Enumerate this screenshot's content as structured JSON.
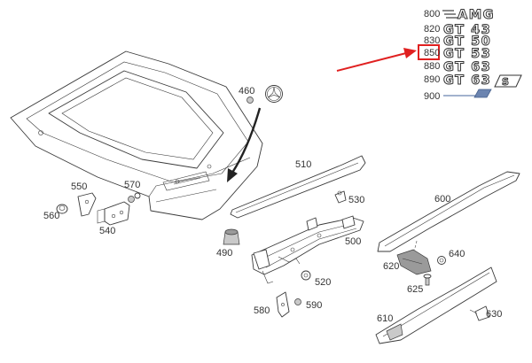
{
  "labels": {
    "p460": "460",
    "p510": "510",
    "p530": "530",
    "p550": "550",
    "p560": "560",
    "p570": "570",
    "p540": "540",
    "p490": "490",
    "p500": "500",
    "p520": "520",
    "p580": "580",
    "p590": "590",
    "p600": "600",
    "p620": "620",
    "p640": "640",
    "p625": "625",
    "p610": "610",
    "p630": "630"
  },
  "emblems": [
    {
      "code": "800",
      "text": "AMG"
    },
    {
      "code": "820",
      "text": "GT 43"
    },
    {
      "code": "830",
      "text": "GT 50"
    },
    {
      "code": "850",
      "text": "GT 53"
    },
    {
      "code": "880",
      "text": "GT 63"
    },
    {
      "code": "890",
      "text": "GT 63"
    },
    {
      "code": "900",
      "text": ""
    }
  ],
  "emblem_suffix_890": "S",
  "highlight": {
    "code_index": 3,
    "color": "#e02020"
  },
  "colors": {
    "line": "#3a3a3a",
    "highlight": "#e02020",
    "emblem_900": "#6b84b0"
  }
}
